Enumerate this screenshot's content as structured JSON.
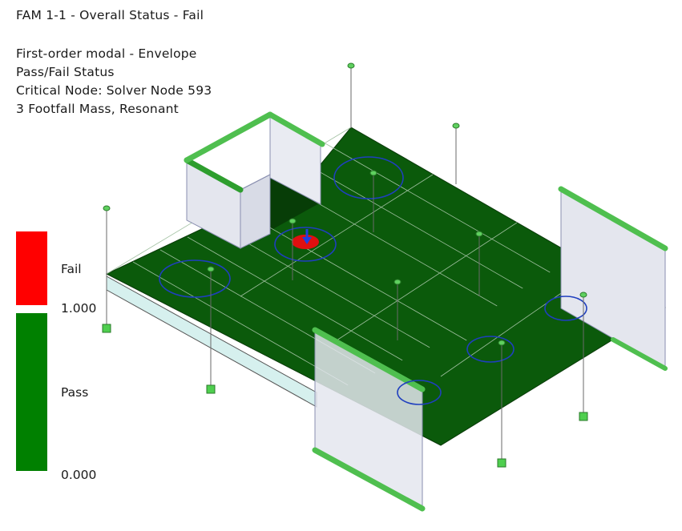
{
  "title": "FAM 1-1 - Overall Status - Fail",
  "info_lines": [
    "First-order modal - Envelope",
    "Pass/Fail Status",
    "Critical Node: Solver Node 593",
    "3 Footfall Mass, Resonant"
  ],
  "legend": {
    "fail_label": "Fail",
    "pass_label": "Pass",
    "upper_value": "1.000",
    "lower_value": "0.000",
    "fail_color": "#ff0000",
    "pass_color": "#008000"
  },
  "colors": {
    "slab": "#0b5a0b",
    "slab_dark": "#073d07",
    "wall_face": "#e4e6ee",
    "wall_top": "#4fbf4f",
    "contour": "#1f3fbf",
    "critical": "#e01010",
    "arrow": "#1f3fe0"
  }
}
